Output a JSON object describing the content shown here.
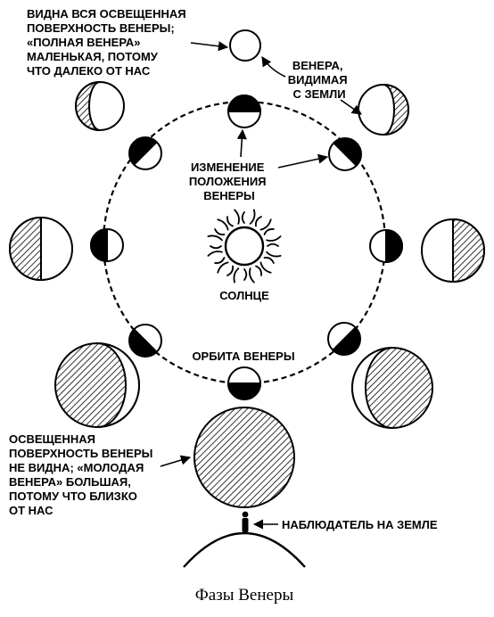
{
  "labels": {
    "full_venus": [
      "ВИДНА ВСЯ ОСВЕЩЕННАЯ",
      "ПОВЕРХНОСТЬ ВЕНЕРЫ;",
      "«ПОЛНАЯ ВЕНЕРА»",
      "МАЛЕНЬКАЯ, ПОТОМУ",
      "ЧТО ДАЛЕКО ОТ НАС"
    ],
    "seen_from_earth": [
      "ВЕНЕРА,",
      "ВИДИМАЯ",
      "С ЗЕМЛИ"
    ],
    "position_change": [
      "ИЗМЕНЕНИЕ",
      "ПОЛОЖЕНИЯ",
      "ВЕНЕРЫ"
    ],
    "sun": "СОЛНЦЕ",
    "orbit": "ОРБИТА ВЕНЕРЫ",
    "new_venus": [
      "ОСВЕЩЕННАЯ",
      "ПОВЕРХНОСТЬ ВЕНЕРЫ",
      "НЕ ВИДНА; «МОЛОДАЯ",
      "ВЕНЕРА» БОЛЬШАЯ,",
      "ПОТОМУ ЧТО БЛИЗКО",
      "ОТ НАС"
    ],
    "observer": "НАБЛЮДАТЕЛЬ НА ЗЕМЛЕ"
  },
  "caption": "Фазы Венеры",
  "orbit_positions": [
    "top",
    "upper-right",
    "right",
    "lower-right",
    "bottom",
    "lower-left",
    "left",
    "upper-left"
  ],
  "observed_phases": [
    "full",
    "gibbous-right",
    "gibbous-left",
    "half-right",
    "half-left",
    "crescent-right",
    "crescent-left",
    "new"
  ],
  "colors": {
    "ink": "#000000",
    "paper": "#ffffff"
  }
}
